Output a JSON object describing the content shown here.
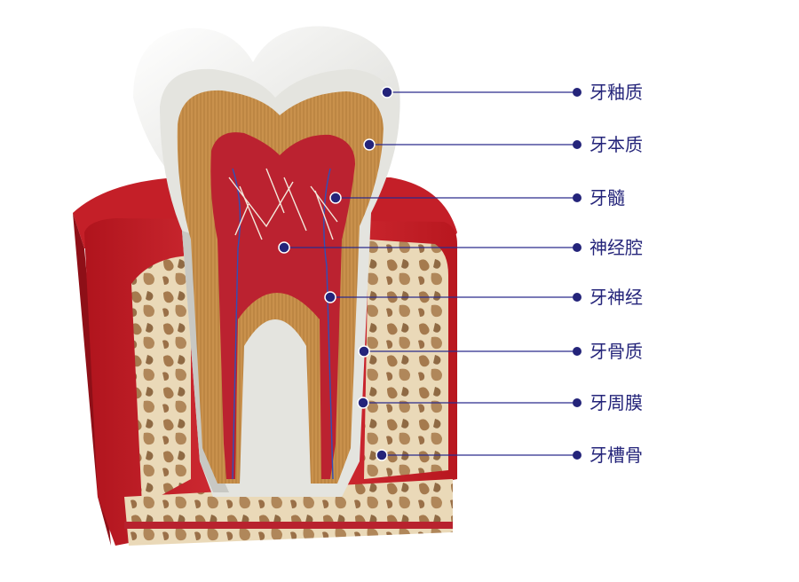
{
  "labels": [
    {
      "id": "enamel",
      "text": "牙釉质"
    },
    {
      "id": "dentin",
      "text": "牙本质"
    },
    {
      "id": "pulp",
      "text": "牙髓"
    },
    {
      "id": "pulp-cavity",
      "text": "神经腔"
    },
    {
      "id": "dental-nerve",
      "text": "牙神经"
    },
    {
      "id": "cementum",
      "text": "牙骨质"
    },
    {
      "id": "periodontal-membrane",
      "text": "牙周膜"
    },
    {
      "id": "alveolar-bone",
      "text": "牙槽骨"
    }
  ],
  "colors": {
    "label_line": "#2b2b8c",
    "label_text": "#24247a",
    "gum": "#c8202a",
    "bone": "#e8d6b4",
    "enamel": "#f1f1ee",
    "dentin": "#c9914c",
    "pulp": "#b8222e"
  }
}
